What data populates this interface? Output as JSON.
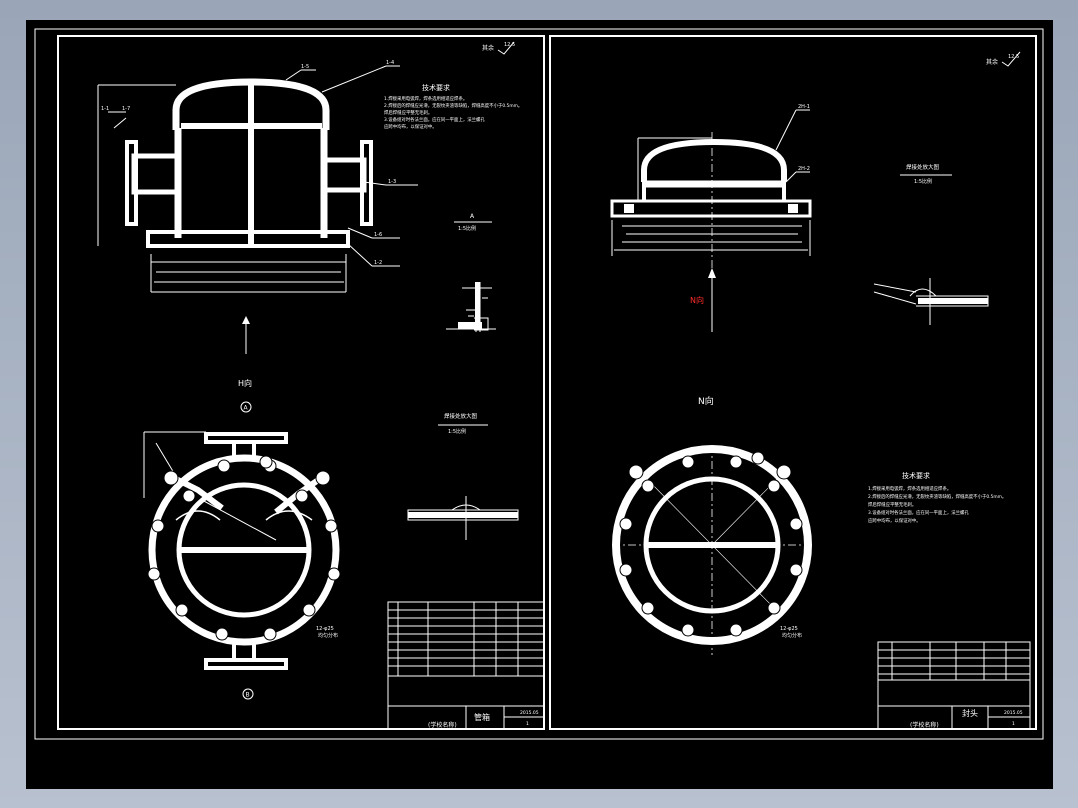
{
  "colors": {
    "background": "#000000",
    "line": "#ffffff",
    "accent_red": "#ff2a2a",
    "desktop": "#a7b2c4"
  },
  "left_sheet": {
    "roughness_label": "其余",
    "roughness_value": "12.5",
    "tech_title": "技术要求",
    "tech_lines": [
      "1.焊接采用电弧焊，焊条选用相适应焊条。",
      "2.焊接后的焊缝应光滑，无裂纹夹渣等缺陷，焊缝高度不小于0.5mm。",
      "  焊后焊缝应平整无毛刺。",
      "3.设备组对时各法兰面，应在同一平面上，法兰螺孔",
      "  应跨中均布，以保证对中。"
    ],
    "view_label_h": "H向",
    "circle_a": "A",
    "circle_b": "B",
    "detail_label_1": "A",
    "detail_scale_1": "1:5比例",
    "detail_label_2": "焊接处放大图",
    "detail_scale_2": "1:5比例",
    "bolt_note_1": "12-φ25",
    "bolt_note_2": "均匀分布",
    "leaders": [
      "1-5",
      "1-4",
      "1-3",
      "1-6",
      "1-2",
      "1-1",
      "1-7"
    ],
    "title_block": {
      "name": "管箱",
      "date": "2015.05",
      "school": "(学校名称)",
      "scale": "1"
    }
  },
  "right_sheet": {
    "roughness_label": "其余",
    "roughness_value": "12.5",
    "tech_title": "技术要求",
    "tech_lines": [
      "1.焊接采用电弧焊，焊条选用相适应焊条。",
      "2.焊接后的焊缝应光滑，无裂纹夹渣等缺陷，焊缝高度不小于0.5mm。",
      "  焊后焊缝应平整无毛刺。",
      "3.设备组对时各法兰面，应在同一平面上，法兰螺孔",
      "  应跨中均布，以保证对中。"
    ],
    "arrow_label_red": "N向",
    "view_label_n": "N向",
    "detail_label": "焊接处放大图",
    "detail_scale": "1:5比例",
    "bolt_note_1": "12-φ25",
    "bolt_note_2": "均匀分布",
    "leaders": [
      "2H-1",
      "2H-2"
    ],
    "title_block": {
      "name": "封头",
      "date": "2015.05",
      "school": "(学校名称)",
      "scale": "1"
    }
  }
}
